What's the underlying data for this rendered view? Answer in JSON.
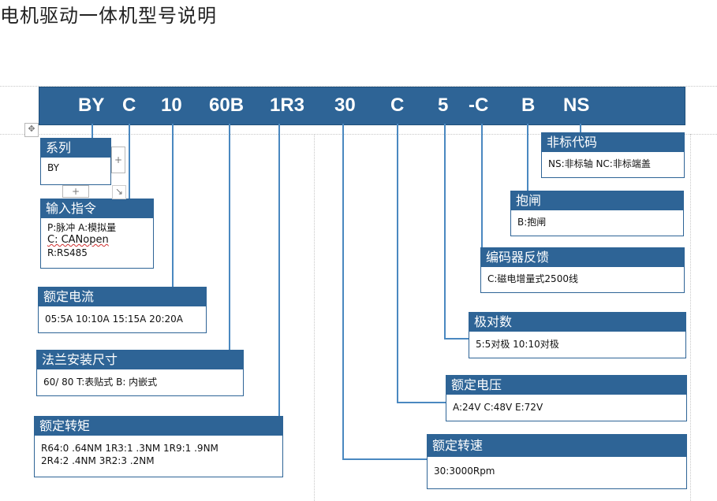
{
  "title": "电机驱动一体机型号说明",
  "code_segments": [
    "BY",
    "C",
    "10",
    "60B",
    "1R3",
    "30",
    "C",
    "5",
    "-C",
    "B",
    "NS"
  ],
  "boxes": {
    "series": {
      "heading": "系列",
      "lines": [
        "BY"
      ]
    },
    "input": {
      "heading": "输入指令",
      "lines": [
        "P:脉冲    A:模拟量",
        "C: CANopen",
        "R:RS485"
      ]
    },
    "current": {
      "heading": "额定电流",
      "lines": [
        "05:5A  10:10A  15:15A  20:20A"
      ]
    },
    "flange": {
      "heading": "法兰安装尺寸",
      "lines": [
        "60/ 80     T:表贴式     B:  内嵌式"
      ]
    },
    "torque": {
      "heading": "额定转矩",
      "lines": [
        "R64:0 .64NM  1R3:1 .3NM  1R9:1 .9NM",
        "2R4:2 .4NM    3R2:3 .2NM"
      ]
    },
    "nonstd": {
      "heading": "非标代码",
      "lines": [
        "NS:非标轴   NC:非标端盖"
      ]
    },
    "brake": {
      "heading": "抱闸",
      "lines": [
        "B:抱闸"
      ]
    },
    "encoder": {
      "heading": "编码器反馈",
      "lines": [
        "C:磁电增量式2500线"
      ]
    },
    "poles": {
      "heading": "极对数",
      "lines": [
        "5:5对极        10:10对极"
      ]
    },
    "voltage": {
      "heading": "额定电压",
      "lines": [
        "A:24V    C:48V    E:72V"
      ]
    },
    "speed": {
      "heading": "额定转速",
      "lines": [
        "30:3000Rpm"
      ]
    }
  },
  "widgets": {
    "plus_side": "+",
    "plus_bottom": "+",
    "resize": "↘",
    "move": "✥"
  }
}
